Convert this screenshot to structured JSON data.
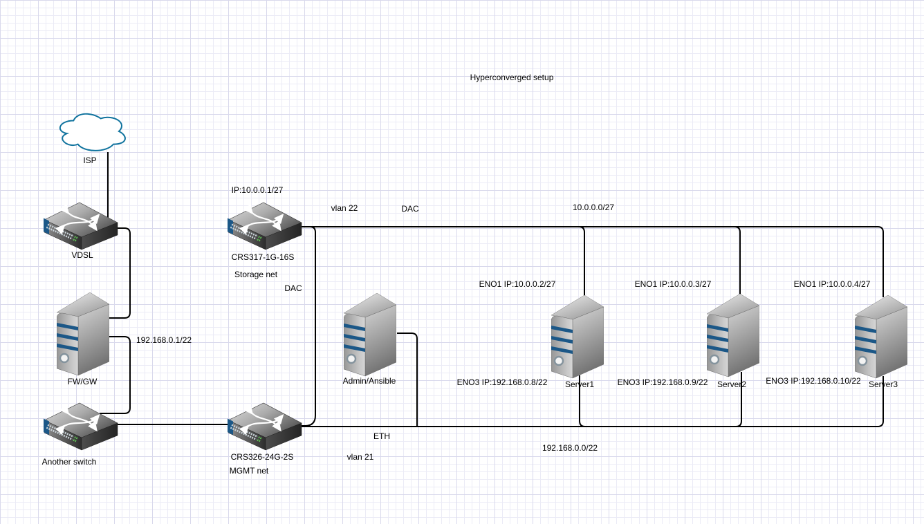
{
  "title": "Hyperconverged setup",
  "colors": {
    "edge_line": "#000000",
    "cloud_stroke": "#10739E",
    "device_stripe_blue": "#1B5787",
    "led_green": "#62C956",
    "grid_minor": "#EBEBF6",
    "grid_major": "#D9D9EC",
    "label_text": "#000000"
  },
  "nodes": {
    "isp": {
      "type": "cloud",
      "label": "ISP"
    },
    "vdsl": {
      "type": "switch",
      "label": "VDSL"
    },
    "fw_gw": {
      "type": "server",
      "label": "FW/GW"
    },
    "another_switch": {
      "type": "switch",
      "label": "Another switch"
    },
    "crs317": {
      "type": "switch",
      "ip_label": "IP:10.0.0.1/27",
      "label": "CRS317-1G-16S",
      "net_label": "Storage net"
    },
    "crs326": {
      "type": "switch",
      "label": "CRS326-24G-2S",
      "net_label": "MGMT net"
    },
    "admin_ansible": {
      "type": "server",
      "label": "Admin/Ansible"
    },
    "server1": {
      "type": "server",
      "label": "Server1",
      "eno1_label": "ENO1 IP:10.0.0.2/27",
      "eno3_label": "ENO3 IP:192.168.0.8/22"
    },
    "server2": {
      "type": "server",
      "label": "Server2",
      "eno1_label": "ENO1 IP:10.0.0.3/27",
      "eno3_label": "ENO3 IP:192.168.0.9/22"
    },
    "server3": {
      "type": "server",
      "label": "Server3",
      "eno1_label": "ENO1 IP:10.0.0.4/27",
      "eno3_label": "ENO3 IP:192.168.0.10/22"
    }
  },
  "edge_labels": {
    "fw_lan_ip": "192.168.0.1/22",
    "vlan22": "vlan 22",
    "dac_top": "DAC",
    "storage_subnet": "10.0.0.0/27",
    "dac_left": "DAC",
    "eth": "ETH",
    "vlan21": "vlan 21",
    "mgmt_subnet": "192.168.0.0/22"
  }
}
